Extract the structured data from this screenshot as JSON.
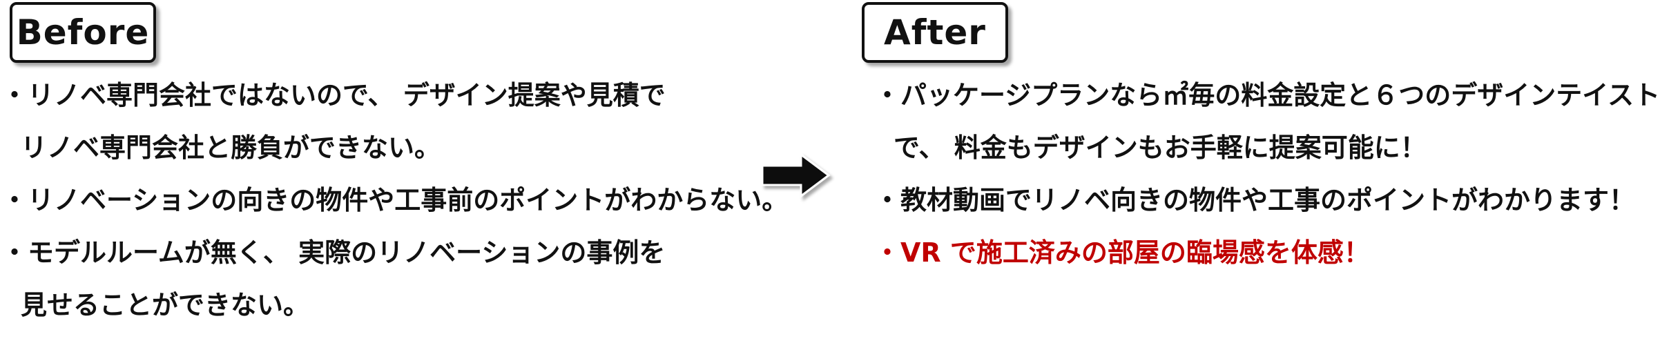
{
  "before": {
    "label": "Before",
    "lines": [
      "・リノベ専門会社ではないので、 デザイン提案や見積で",
      "リノベ専門会社と勝負ができない。",
      "・リノベーションの向きの物件や工事前のポイントがわからない。",
      "・モデルルームが無く、 実際のリノベーションの事例を",
      "見せることができない。"
    ]
  },
  "after": {
    "label": "After",
    "lines": [
      "・パッケージプランなら㎡毎の料金設定と６つのデザインテイスト",
      "で、 料金もデザインもお手軽に提案可能に！",
      "・教材動画でリノベ向きの物件や工事のポイントがわかります！",
      "・VR で施工済みの部屋の臨場感を体感！"
    ]
  },
  "arrow": {
    "icon": "right-arrow-icon"
  },
  "colors": {
    "text": "#111111",
    "highlight": "#c00000",
    "background": "#ffffff"
  }
}
